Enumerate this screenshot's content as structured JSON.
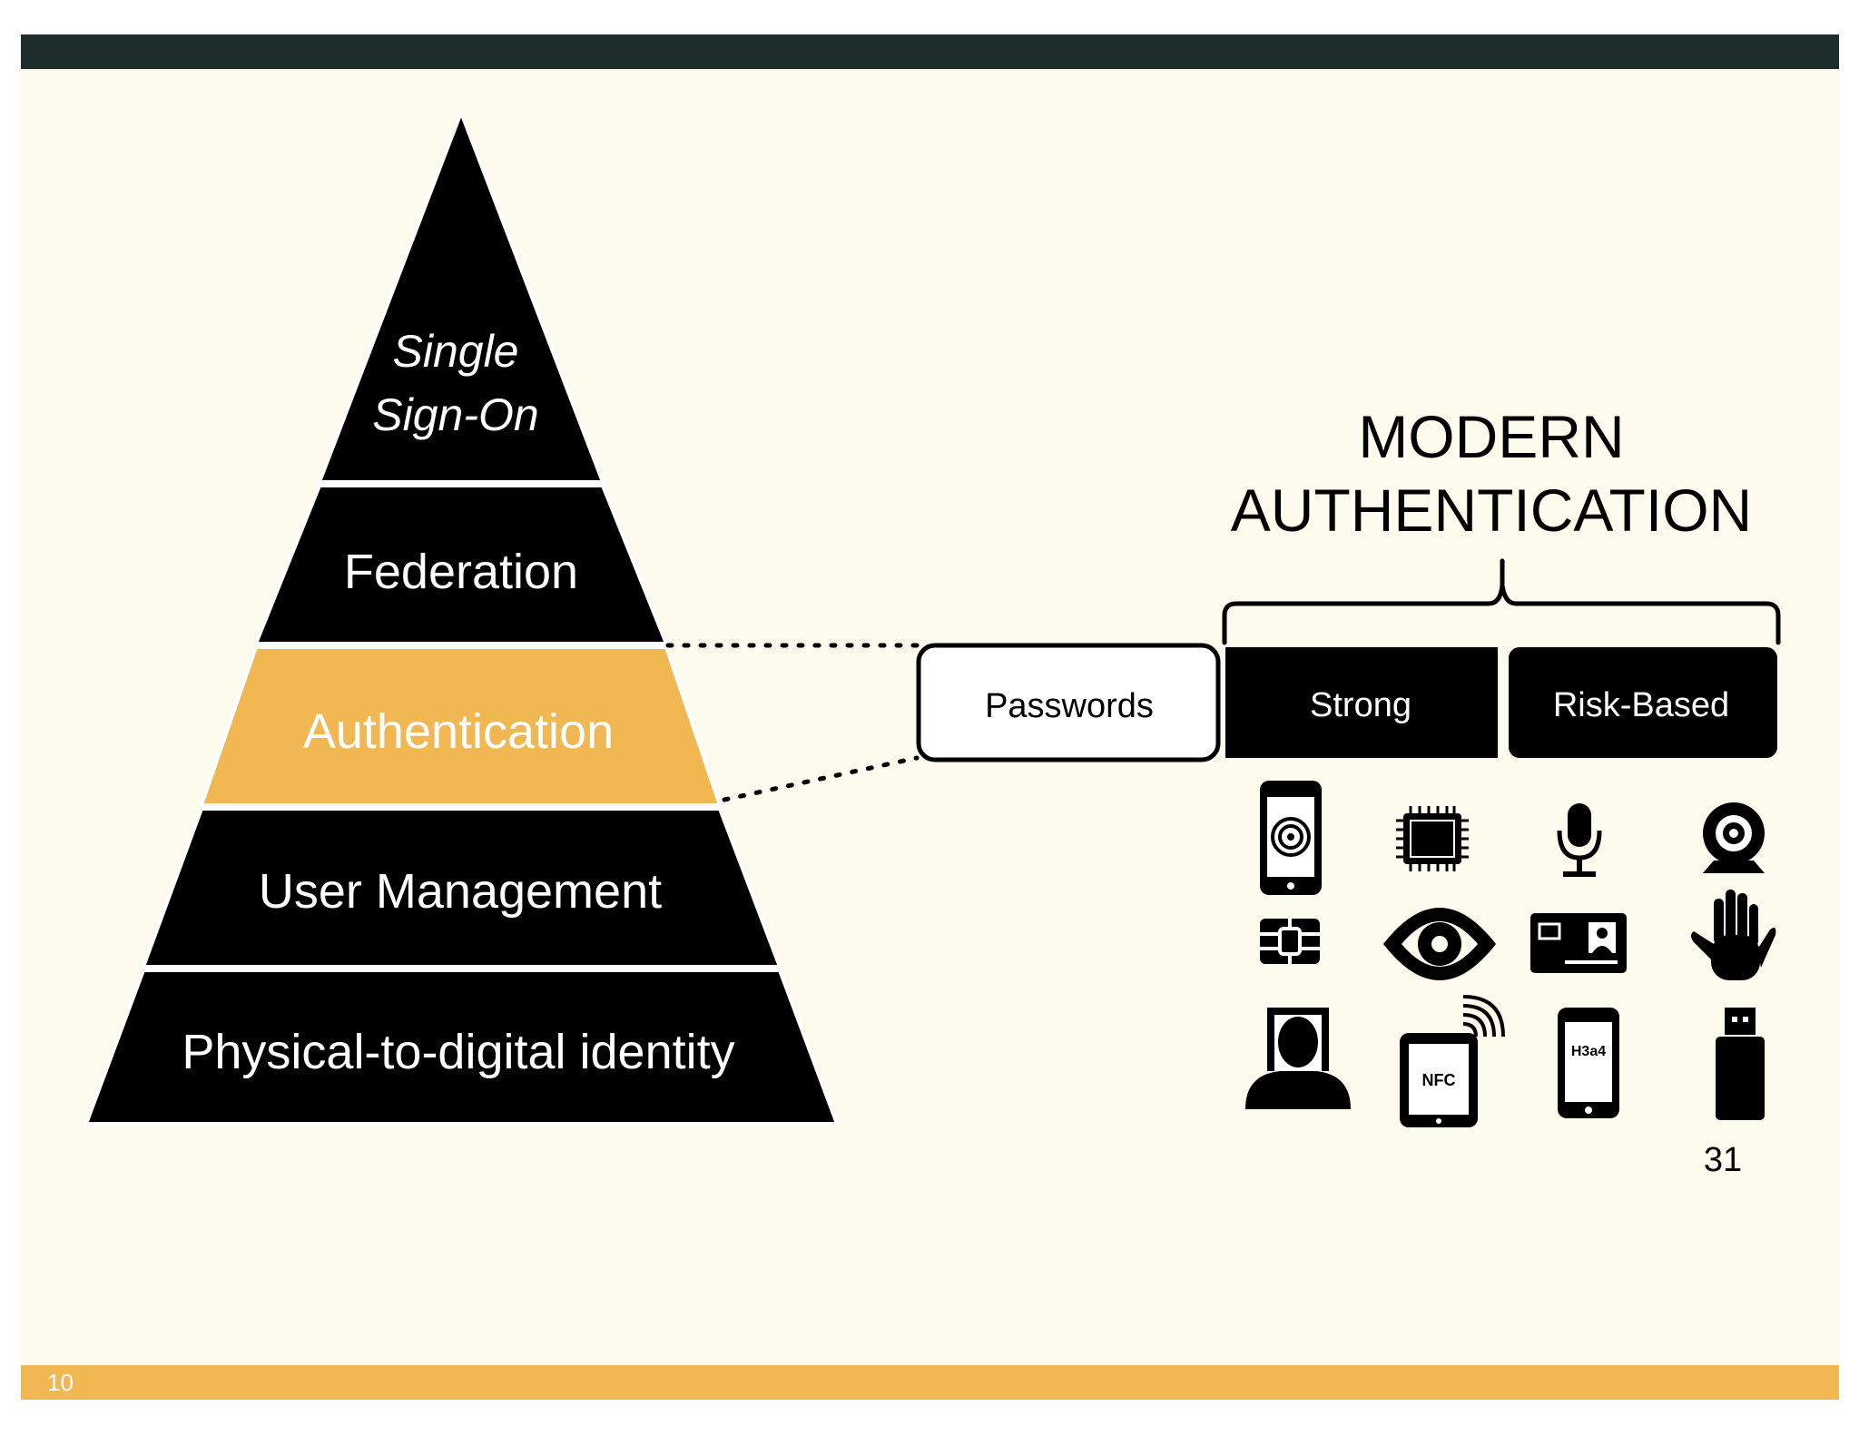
{
  "slide": {
    "page_number": "10",
    "colors": {
      "top_bar": "#1d2d2b",
      "background": "#fdfbee",
      "bottom_bar": "#f0b752",
      "pyramid_dark": "#000000",
      "pyramid_highlight": "#f0b752"
    }
  },
  "pyramid": {
    "tiers": [
      {
        "label_line1": "Single",
        "label_line2": "Sign-On",
        "highlighted": false
      },
      {
        "label": "Federation",
        "highlighted": false
      },
      {
        "label": "Authentication",
        "highlighted": true
      },
      {
        "label": "User Management",
        "highlighted": false
      },
      {
        "label": "Physical-to-digital identity",
        "highlighted": false
      }
    ]
  },
  "modern_auth": {
    "title_line1": "MODERN",
    "title_line2": "AUTHENTICATION",
    "boxes": {
      "passwords": "Passwords",
      "strong": "Strong",
      "risk_based": "Risk-Based"
    },
    "icons": [
      "smartphone-fingerprint-icon",
      "chip-icon",
      "microphone-icon",
      "webcam-icon",
      "smart-card-chip-icon",
      "eye-icon",
      "id-card-icon",
      "hand-icon",
      "face-portrait-icon",
      "nfc-tablet-icon",
      "phone-otp-icon",
      "usb-key-icon"
    ],
    "nfc_label": "NFC",
    "otp_label": "H3a4",
    "footnote": "31"
  }
}
